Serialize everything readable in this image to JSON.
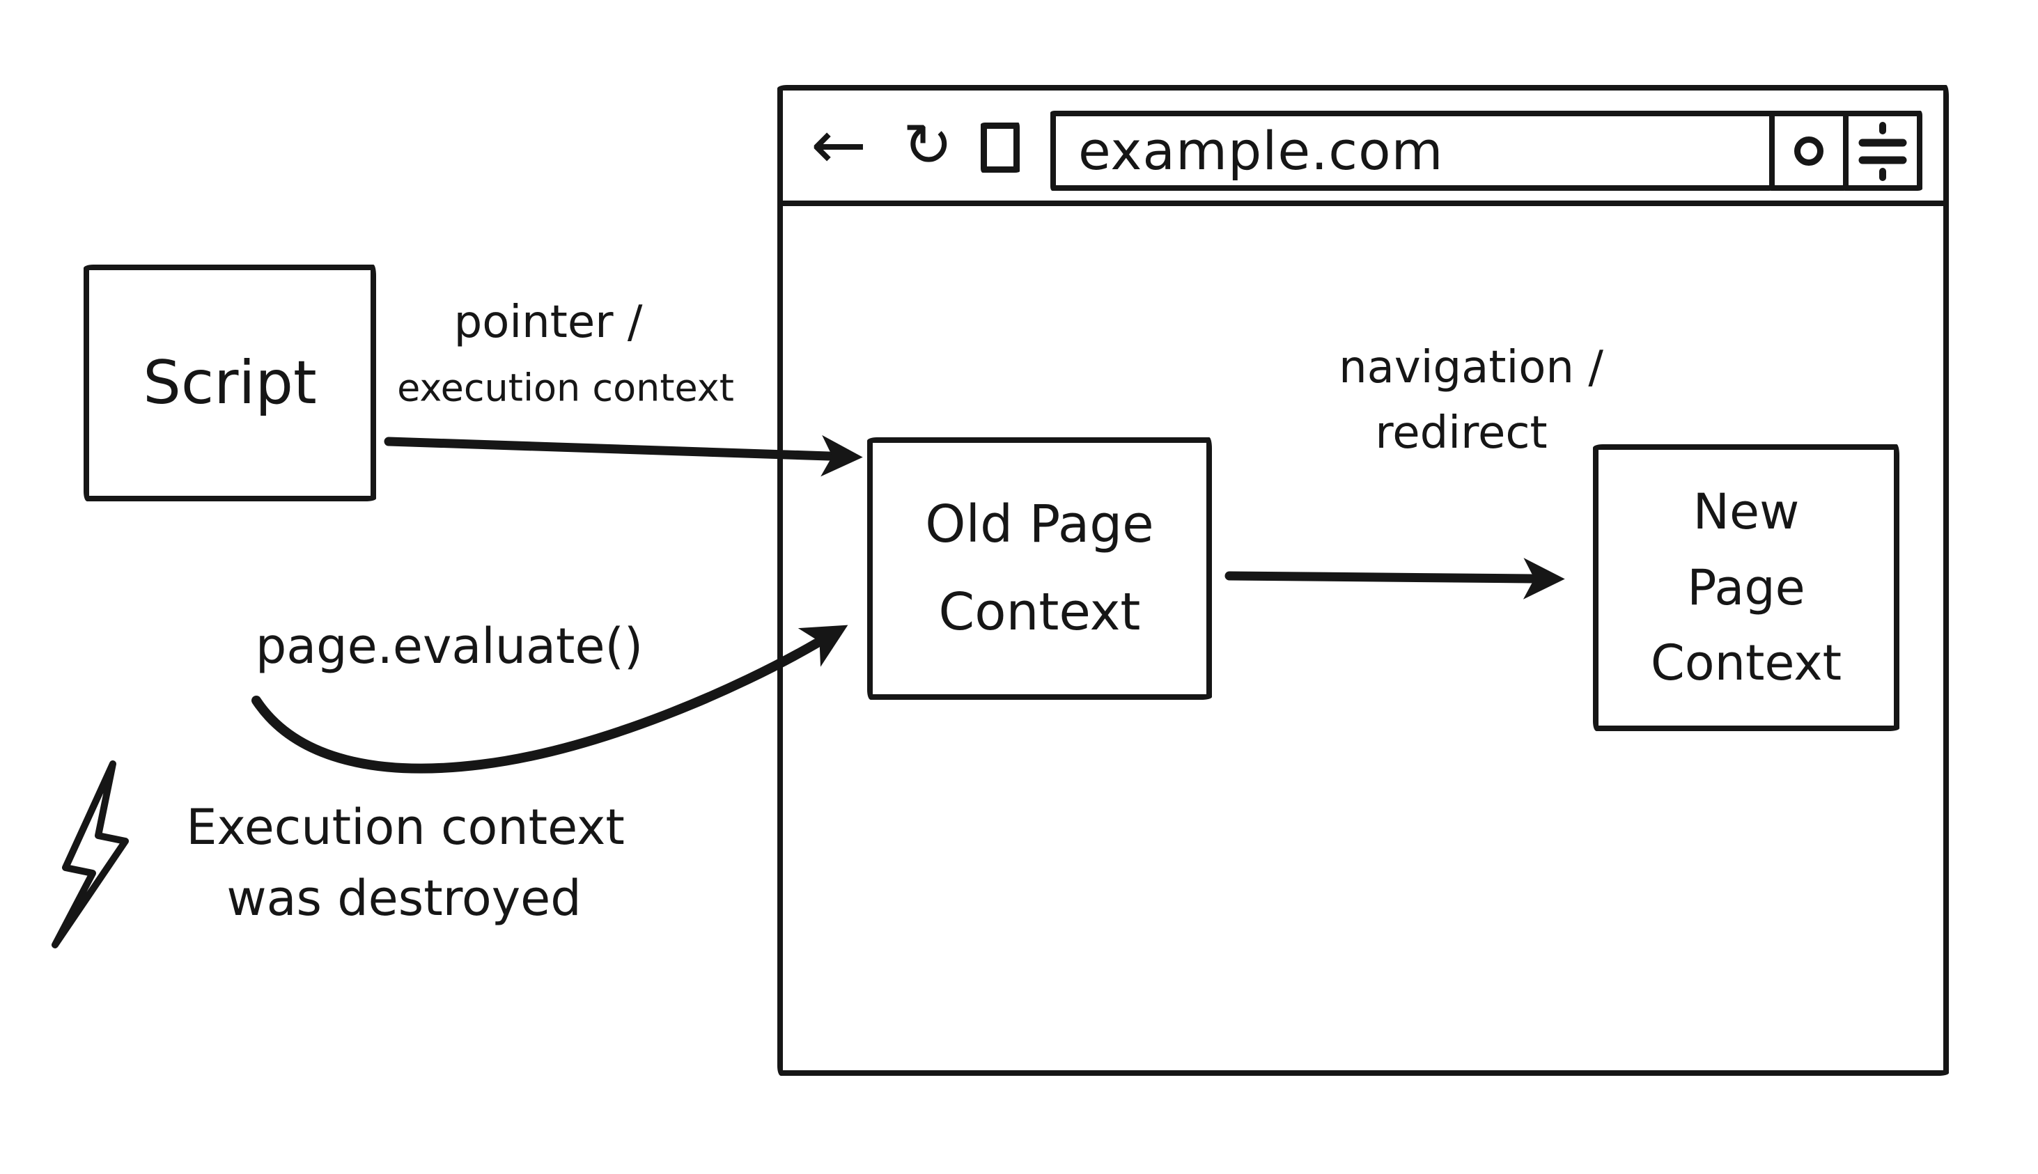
{
  "colors": {
    "ink": "#161616",
    "bg": "#ffffff"
  },
  "browser": {
    "url": "example.com",
    "icons": {
      "back": "←",
      "reload": "↻",
      "stop": "square-outline",
      "loader": "circle-outline",
      "menu": "double-bar-with-dots"
    }
  },
  "nodes": {
    "script": {
      "label": "Script"
    },
    "old_page": {
      "lines": [
        "Old Page",
        "Context"
      ]
    },
    "new_page": {
      "lines": [
        "New",
        "Page",
        "Context"
      ]
    }
  },
  "annotations": {
    "pointer_arrow": {
      "lines": [
        "pointer /",
        "execution context"
      ]
    },
    "page_evaluate": {
      "label": "page.evaluate()"
    },
    "navigation_arrow": {
      "lines": [
        "navigation /",
        "redirect"
      ]
    },
    "destroyed_note": {
      "icon": "lightning-bolt",
      "lines": [
        "Execution context",
        "was destroyed"
      ]
    }
  }
}
